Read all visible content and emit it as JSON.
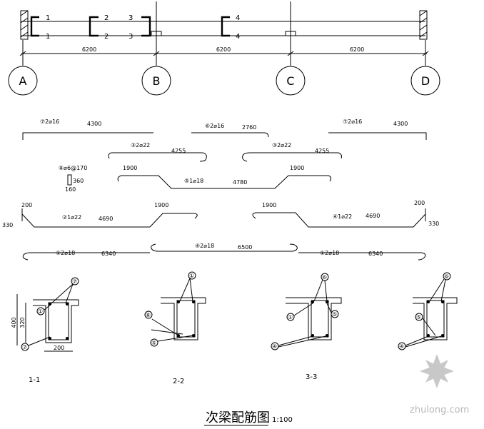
{
  "plan": {
    "spans": [
      "6200",
      "6200",
      "6200"
    ],
    "axes": [
      "A",
      "B",
      "C",
      "D"
    ],
    "cut_marks": [
      {
        "top": "1",
        "bottom": "1"
      },
      {
        "top": "2",
        "bottom": "2"
      },
      {
        "top": "3",
        "bottom": "3"
      },
      {
        "top": "4",
        "bottom": "4"
      }
    ]
  },
  "rebars": {
    "r7_left": {
      "label": "⑦2⌀16",
      "length": "4300"
    },
    "r6_mid": {
      "label": "⑥2⌀16",
      "length": "2760"
    },
    "r7_right": {
      "label": "⑦2⌀16",
      "length": "4300"
    },
    "r3_left": {
      "label": "③2⌀22",
      "length": "4255"
    },
    "r3_right": {
      "label": "③2⌀22",
      "length": "4255"
    },
    "stirrup": {
      "label": "⑧⌀6@170",
      "dim_h": "360",
      "dim_w": "160"
    },
    "r5": {
      "label": "⑤1⌀18",
      "length": "4780",
      "bend_left": "1900",
      "bend_right": "1900"
    },
    "r2_left": {
      "label": "②1⌀22",
      "length": "4690",
      "hook": "200",
      "side": "330",
      "bend": "1900"
    },
    "r2_right": {
      "label": "④1⌀22",
      "length": "4690",
      "hook": "200",
      "side": "330",
      "bend": "1900"
    },
    "r1_left": {
      "label": "①2⌀18",
      "length": "6340"
    },
    "r4_mid": {
      "label": "④2⌀18",
      "length": "6500"
    },
    "r1_right": {
      "label": "①2⌀18",
      "length": "6340"
    }
  },
  "sections": {
    "labels": [
      "1-1",
      "2-2",
      "3-3"
    ],
    "dims": {
      "height": "400",
      "inner": "320",
      "width": "200"
    },
    "callouts": [
      "⑦",
      "①",
      "⑦",
      "⑧",
      "①",
      "⑤",
      "⑥",
      "④",
      "⑥",
      "④"
    ]
  },
  "title": {
    "text": "次梁配筋图",
    "scale": "1:100"
  },
  "watermark": {
    "text": "zhulong.com"
  }
}
